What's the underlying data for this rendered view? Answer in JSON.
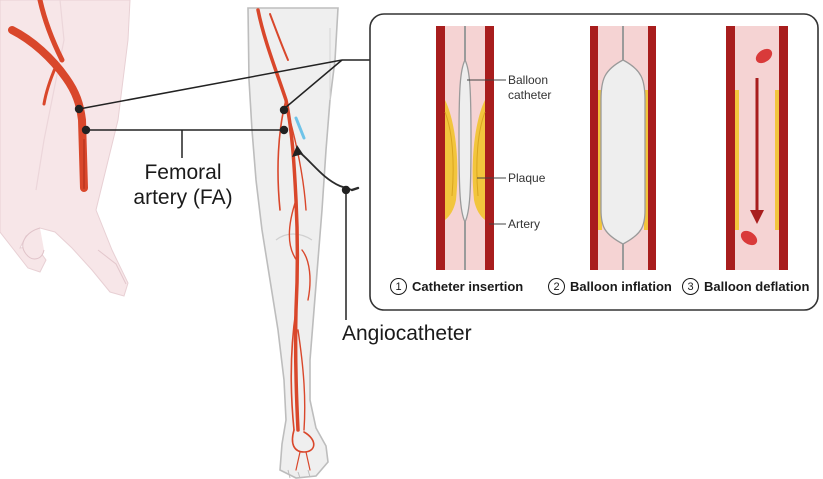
{
  "labels": {
    "femoral_artery": "Femoral artery (FA)",
    "angiocatheter": "Angiocatheter",
    "balloon_catheter": "Balloon catheter",
    "plaque": "Plaque",
    "artery": "Artery"
  },
  "steps": [
    {
      "number": "1",
      "label": "Catheter insertion"
    },
    {
      "number": "2",
      "label": "Balloon inflation"
    },
    {
      "number": "3",
      "label": "Balloon deflation"
    }
  ],
  "colors": {
    "artery_wall": "#a81d1d",
    "artery_lumen": "#f5d3d3",
    "plaque": "#f2c53d",
    "blood_cell": "#d93a3a",
    "pig_skin": "#f7e6e8",
    "leg_skin": "#efefef",
    "vessel": "#d9472b",
    "leader_line": "#222222"
  },
  "icons": [
    "circle-number-icon",
    "downward-arrow-icon",
    "angiocatheter-icon"
  ]
}
